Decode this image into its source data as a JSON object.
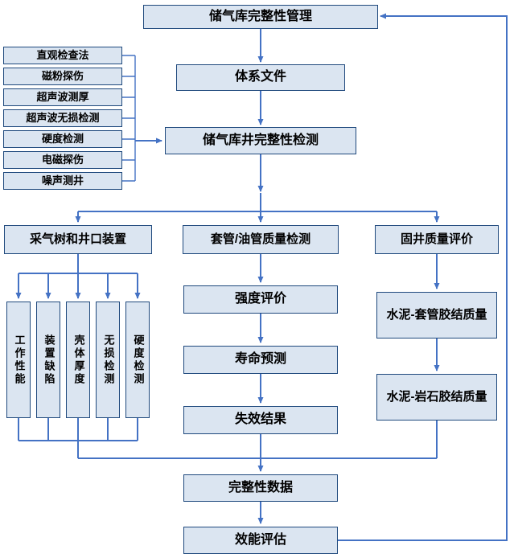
{
  "colors": {
    "arrow": "#4472c4",
    "box_fill": "#dbe5f1",
    "box_border": "#1f497d",
    "text": "#000000"
  },
  "nodes": {
    "top": "储气库完整性管理",
    "system_document": "体系文件",
    "well_inspection": "储气库井完整性检测",
    "integrity_data": "完整性数据",
    "performance_eval": "效能评估"
  },
  "inspection_methods": [
    "直观检查法",
    "磁粉探伤",
    "超声波测厚",
    "超声波无损检测",
    "硬度检测",
    "电磁探伤",
    "噪声测井"
  ],
  "branches": {
    "wellhead": {
      "title": "采气树和井口装置",
      "items": [
        "工作性能",
        "装置缺陷",
        "壳体厚度",
        "无损检测",
        "硬度检测"
      ]
    },
    "casing": {
      "title": "套管/油管质量检测",
      "items": [
        "强度评价",
        "寿命预测",
        "失效结果"
      ]
    },
    "cementing": {
      "title": "固井质量评价",
      "items": [
        "水泥-套管胶结质量",
        "水泥-岩石胶结质量"
      ]
    }
  }
}
